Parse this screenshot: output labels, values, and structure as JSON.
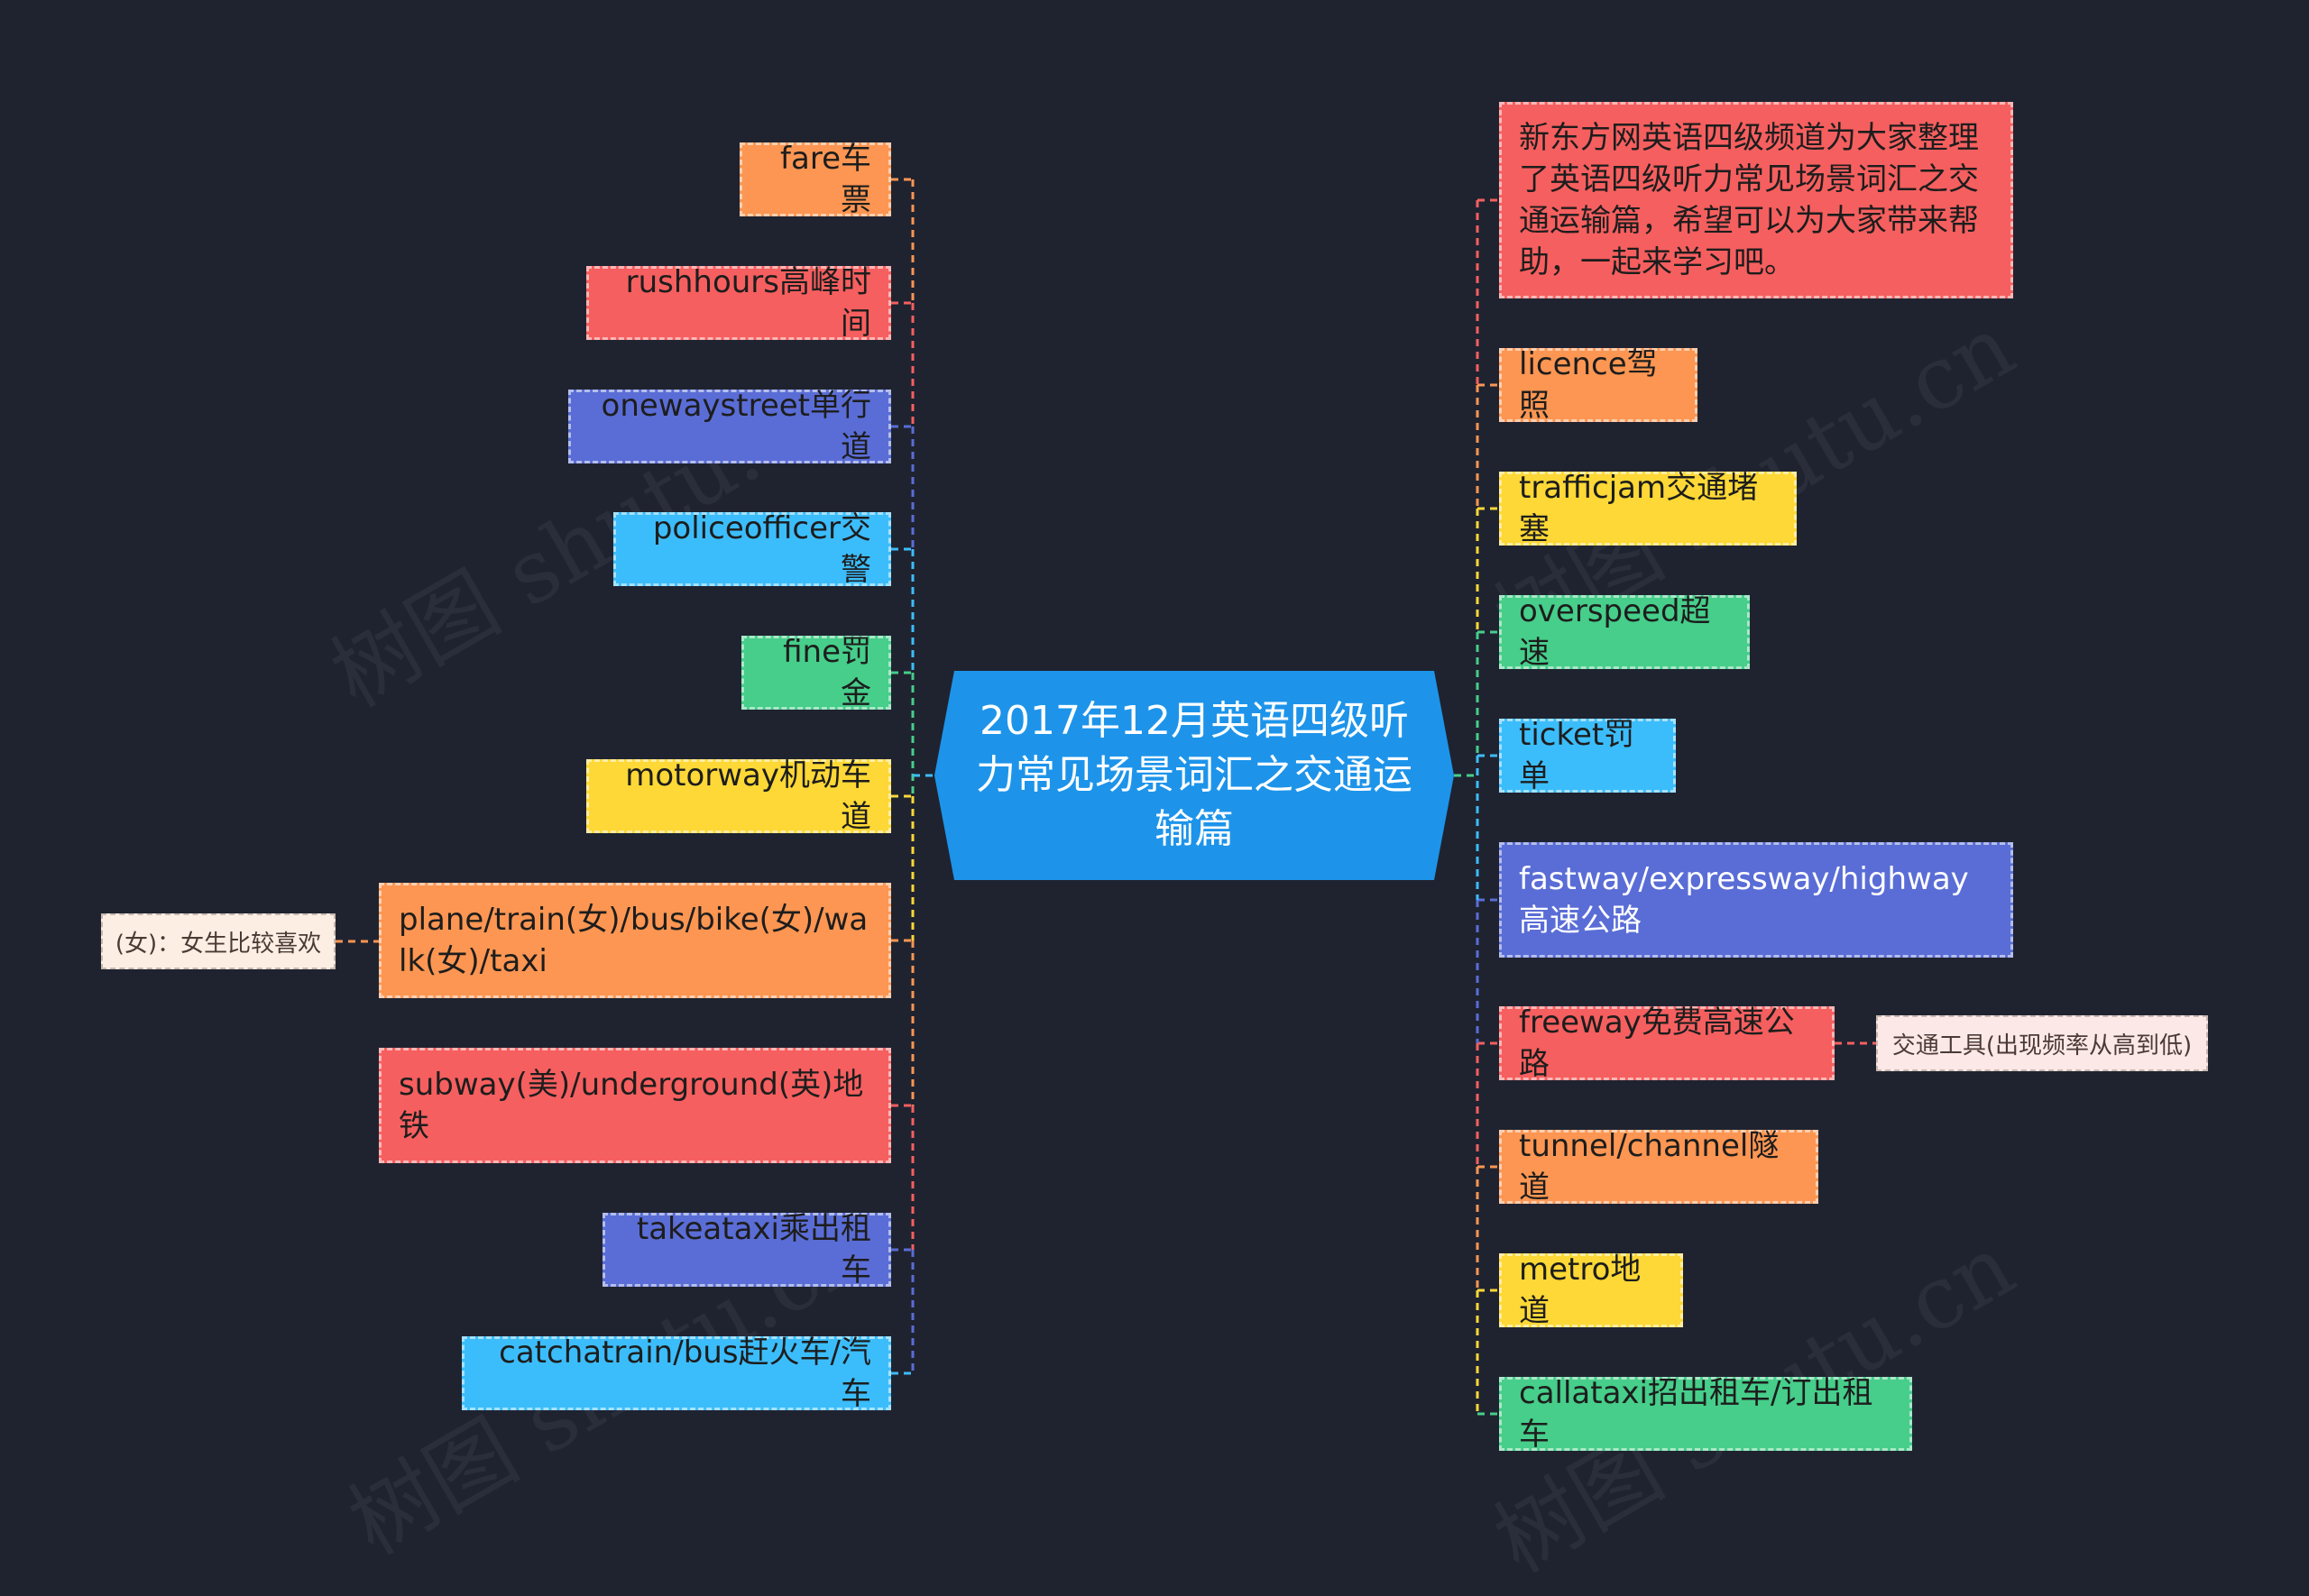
{
  "center": {
    "title": "2017年12月英语四级听力常见场景词汇之交通运输篇"
  },
  "left_nodes": [
    {
      "text": "fare车票",
      "color": "#fc9652"
    },
    {
      "text": "rushhours高峰时间",
      "color": "#f65f5f"
    },
    {
      "text": "onewaystreet单行道",
      "color": "#5a6dd6"
    },
    {
      "text": "policeofficer交警",
      "color": "#3cbdfb"
    },
    {
      "text": "fine罚金",
      "color": "#46ce8a"
    },
    {
      "text": "motorway机动车道",
      "color": "#fdd836"
    },
    {
      "text": "plane/train(女)/bus/bike(女)/walk(女)/taxi",
      "color": "#fc9652"
    },
    {
      "text": "subway(美)/underground(英)地铁",
      "color": "#f65f5f"
    },
    {
      "text": "takeataxi乘出租车",
      "color": "#5a6dd6"
    },
    {
      "text": "catchatrain/bus赶火车/汽车",
      "color": "#3cbdfb"
    }
  ],
  "right_nodes": [
    {
      "text": "新东方网英语四级频道为大家整理了英语四级听力常见场景词汇之交通运输篇，希望可以为大家带来帮助，一起来学习吧。",
      "color": "#f65f5f"
    },
    {
      "text": "licence驾照",
      "color": "#fc9652"
    },
    {
      "text": "trafficjam交通堵塞",
      "color": "#fdd836"
    },
    {
      "text": "overspeed超速",
      "color": "#46ce8a"
    },
    {
      "text": "ticket罚单",
      "color": "#3cbdfb"
    },
    {
      "text": "fastway/expressway/highway高速公路",
      "color": "#5a6dd6"
    },
    {
      "text": "freeway免费高速公路",
      "color": "#f65f5f"
    },
    {
      "text": "tunnel/channel隧道",
      "color": "#fc9652"
    },
    {
      "text": "metro地道",
      "color": "#fdd836"
    },
    {
      "text": "callataxi招出租车/订出租车",
      "color": "#46ce8a"
    }
  ],
  "notes": {
    "female": "(女)：女生比较喜欢",
    "transport": "交通工具(出现频率从高到低)"
  },
  "watermark": "树图 shutu.cn"
}
